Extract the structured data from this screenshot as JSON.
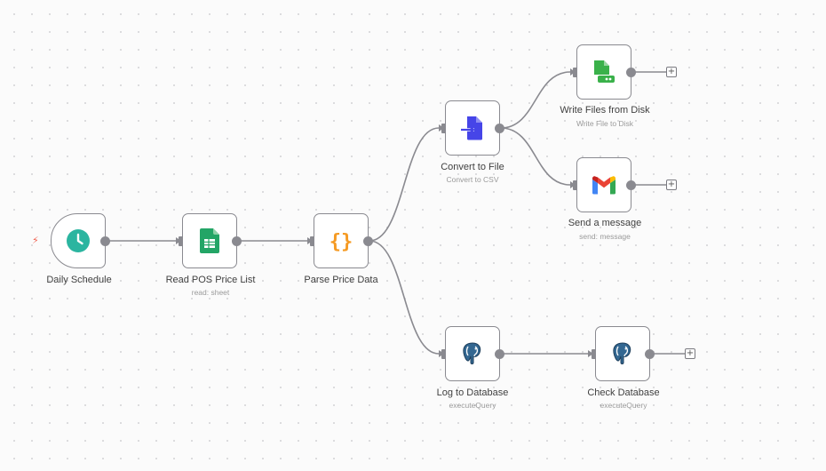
{
  "canvas": {
    "background": "#fbfbfb"
  },
  "trigger_marker": "⚡",
  "add_glyph": "+",
  "nodes": {
    "daily_schedule": {
      "title": "Daily Schedule",
      "icon": "clock-icon",
      "color": "#2bb5a0"
    },
    "read_pos": {
      "title": "Read POS Price List",
      "subtitle": "read: sheet",
      "icon": "google-sheets-icon",
      "color": "#23a566"
    },
    "parse_price": {
      "title": "Parse Price Data",
      "icon": "code-braces-icon",
      "color": "#f59a23"
    },
    "convert_file": {
      "title": "Convert to File",
      "subtitle": "Convert to CSV",
      "icon": "file-import-icon",
      "color": "#4645e8"
    },
    "write_files": {
      "title": "Write Files from Disk",
      "subtitle": "Write File to Disk",
      "icon": "file-disk-icon",
      "color": "#3ab14a"
    },
    "send_message": {
      "title": "Send a message",
      "subtitle": "send: message",
      "icon": "gmail-icon"
    },
    "log_db": {
      "title": "Log to Database",
      "subtitle": "executeQuery",
      "icon": "postgres-elephant-icon",
      "color": "#336791"
    },
    "check_db": {
      "title": "Check Database",
      "subtitle": "executeQuery",
      "icon": "postgres-elephant-icon",
      "color": "#336791"
    }
  }
}
